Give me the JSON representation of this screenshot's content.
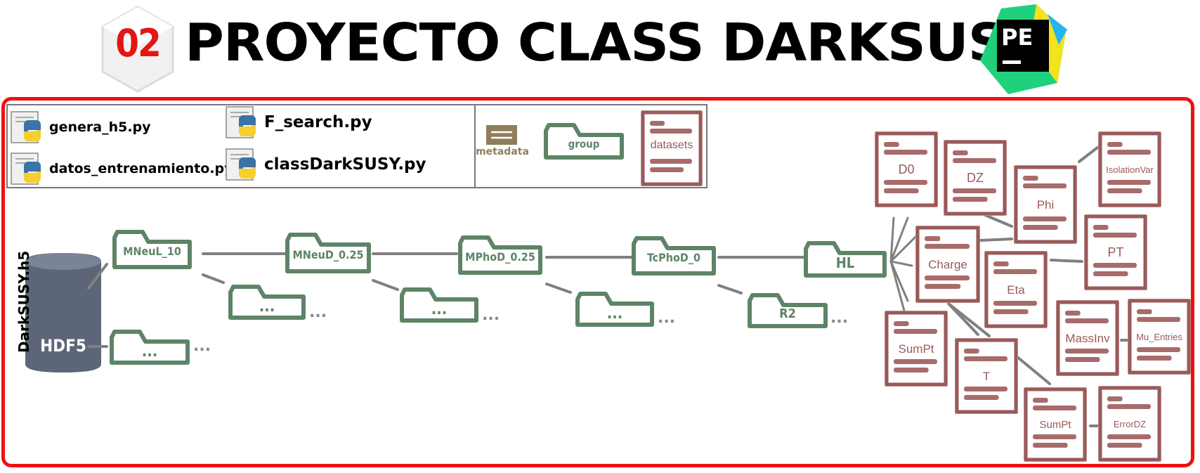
{
  "header": {
    "number": "02",
    "title": "PROYECTO CLASS DARKSUSY",
    "logo_text": "PE"
  },
  "legend": {
    "files": [
      "genera_h5.py",
      "datos_entrenamiento.py",
      "F_search.py",
      "classDarkSUSY.py"
    ],
    "metadata_label": "metadata",
    "group_label": "group",
    "datasets_label": "datasets"
  },
  "tree": {
    "file_label": "DarkSUSY.h5",
    "db_label": "HDF5",
    "folders": [
      "MNeuL_10",
      "MNeuD_0.25",
      "MPhoD_0.25",
      "TcPhoD_0",
      "HL",
      "R2"
    ],
    "placeholder": "...",
    "ellipsis": "..."
  },
  "datasets": [
    "D0",
    "DZ",
    "Phi",
    "IsolationVar",
    "Charge",
    "PT",
    "Eta",
    "SumPt",
    "MassInv",
    "Mu_Entries",
    "T",
    "SumPt",
    "ErrorDZ"
  ],
  "colors": {
    "frame": "#ef1010",
    "folder": "#5d8466",
    "doc_border": "#9a5a5a",
    "doc_bar": "#a86b6b",
    "connector": "#808080",
    "metadata": "#8e7f5a",
    "db": "#5c6678"
  }
}
